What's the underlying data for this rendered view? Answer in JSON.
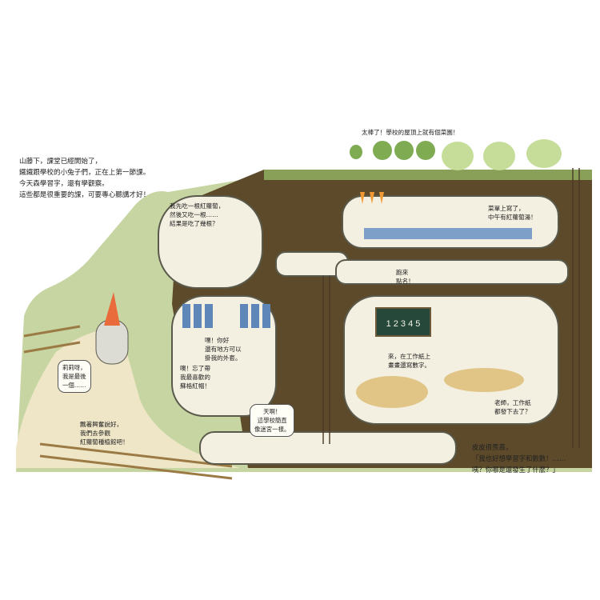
{
  "intro": {
    "lines": [
      "山藤下，課堂已經開始了，",
      "鐵鐵跟學校的小兔子們，正在上第一節課。",
      "今天森學習字，還有學觀察。",
      "這些都是很重要的課，可要專心聽講才好！"
    ]
  },
  "captions": {
    "garden_top": "太棒了！學校的屋頂上就有個菜園！",
    "classroom_left": [
      "我先吃一根紅蘿蔔，",
      "然後又吃一根……",
      "結果是吃了幾根？"
    ],
    "lunch": [
      "菜單上寫了，",
      "中午有紅蘿蔔湯！"
    ],
    "hallway": [
      "跑來",
      "點名！"
    ],
    "entrance_bunny": [
      "莉莉呀，",
      "我是最後",
      "一個……"
    ],
    "pass_parade": [
      "飄著興奮說好，",
      "我們去參觀",
      "紅蘿蔔種植館吧！"
    ],
    "lockers_1": [
      "嘿！你好",
      "還有地方可以",
      "掛我的外套。"
    ],
    "lockers_2": [
      "噢！忘了帶",
      "我最喜歡的",
      "蘇格紅帽！"
    ],
    "tunnel_question": [
      "天啊！",
      "這學校簡直",
      "像迷宮一樣。"
    ],
    "worktable": [
      "來，在工作紙上",
      "畫畫還寫數字。"
    ],
    "teacher": [
      "老師，工作紙",
      "都發下去了？"
    ]
  },
  "blackboard": {
    "numbers": "1 2 3 4 5"
  },
  "final": {
    "lines": [
      "皮皮很羨慕，",
      "「我也好想學習字和數數！……",
      "咦？你哪是還發生了什麼？」"
    ]
  },
  "colors": {
    "grass": "#c7d5a2",
    "earth": "#5d4a2a",
    "room": "#f3efe1",
    "path": "#efe6c8",
    "wall": "#5a5a4c",
    "rabbit": "#ffffff",
    "carrot": "#f19a33",
    "veg": "#7fab53",
    "cabbage": "#c6dd9a"
  }
}
